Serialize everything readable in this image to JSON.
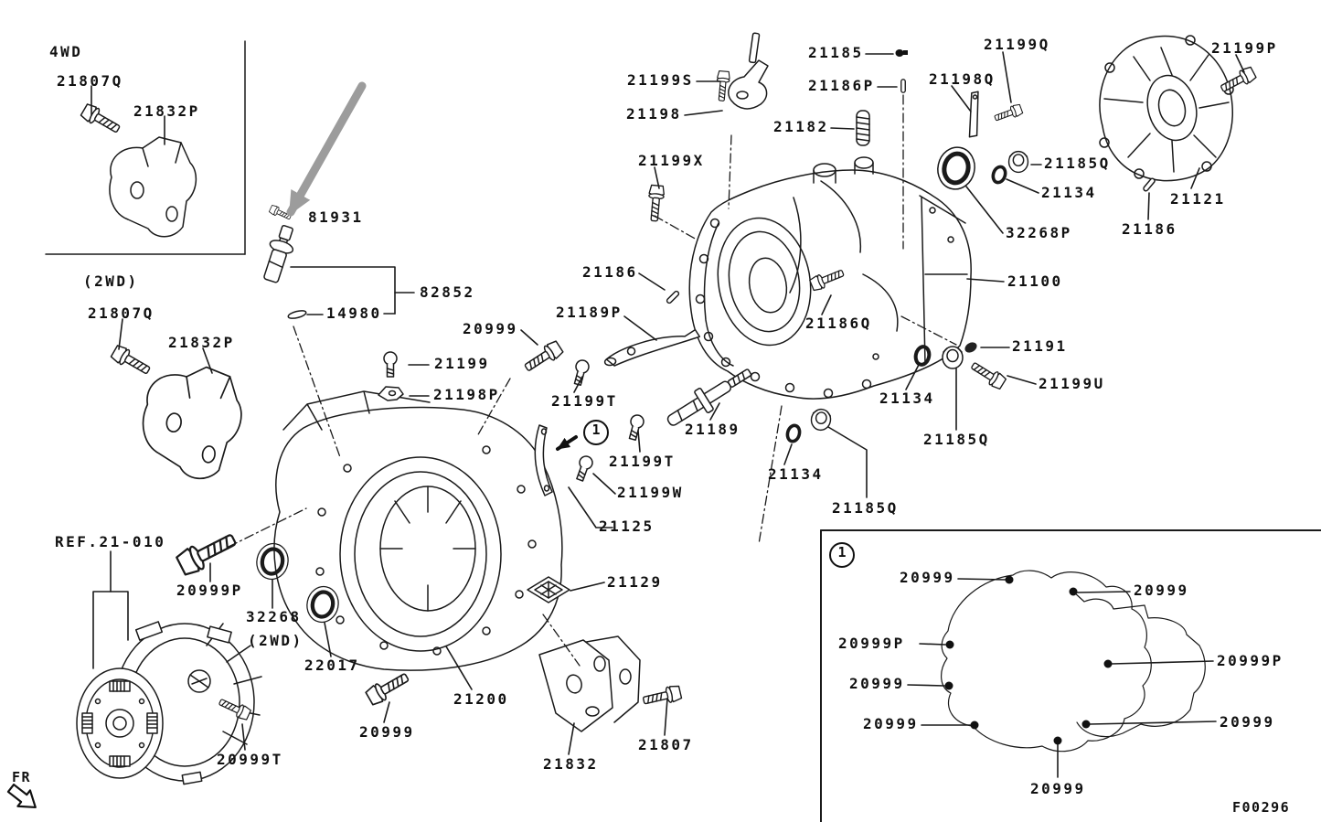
{
  "figure_code": "F00296",
  "fr_label": "FR",
  "badges": {
    "main": "1",
    "inset": "1"
  },
  "callouts": [
    "4WD",
    "21807Q",
    "21832P",
    "(2WD)",
    "21807Q",
    "21832P",
    "81931",
    "82852",
    "14980",
    "20999",
    "21199",
    "21198P",
    "21189P",
    "21186",
    "21199T",
    "21199X",
    "21198",
    "21199S",
    "21185",
    "21186P",
    "21182",
    "21199Q",
    "21198Q",
    "21199P",
    "21185Q",
    "21134",
    "32268P",
    "21186",
    "21121",
    "21100",
    "21186Q",
    "21191",
    "21134",
    "21199U",
    "21185Q",
    "21134",
    "21185Q",
    "21189",
    "21199T",
    "21199W",
    "21125",
    "21129",
    "REF.21-010",
    "20999P",
    "32268",
    "(2WD)",
    "22017",
    "20999T",
    "20999",
    "21200",
    "21832",
    "21807",
    "20999",
    "20999",
    "20999P",
    "20999P",
    "20999",
    "20999",
    "20999",
    "20999"
  ]
}
